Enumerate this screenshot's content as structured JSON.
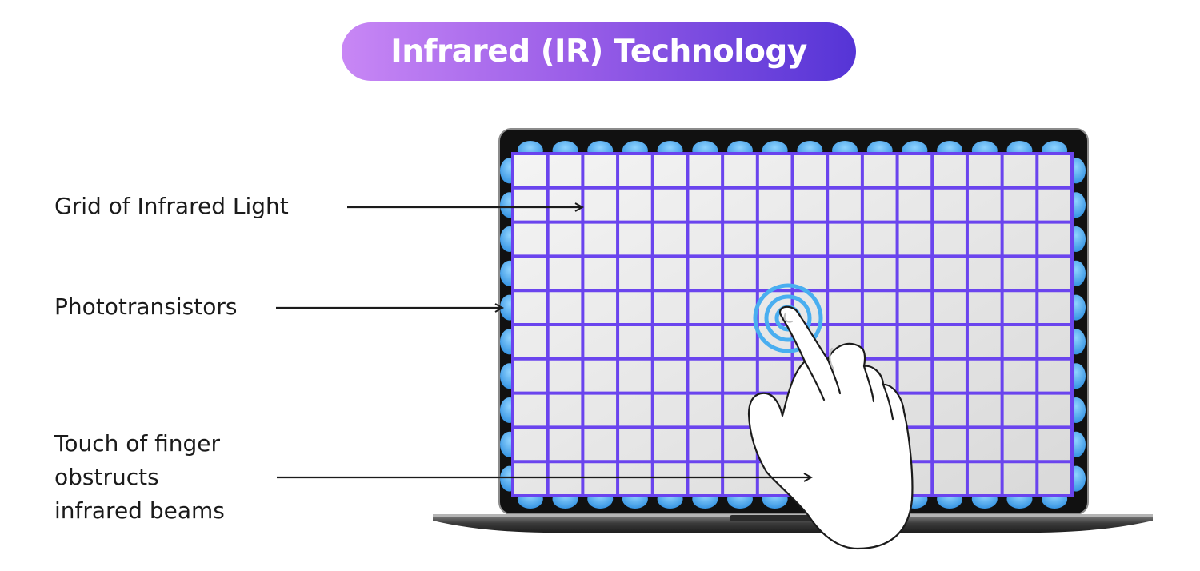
{
  "title": "Infrared (IR) Technology",
  "labels": {
    "grid": "Grid of Infrared Light",
    "phototransistors": "Phototransistors",
    "touch_line1": "Touch of finger",
    "touch_line2": "obstructs",
    "touch_line3": "infrared beams"
  },
  "colors": {
    "grid_line": "#6a44ee",
    "emitter": "#49aef0",
    "bezel": "#111111",
    "screen": "#eeeeee",
    "arrow": "#1b1b1b",
    "ripple": "#49aef0"
  },
  "icons": [
    "laptop-icon",
    "pointing-hand-icon",
    "touch-ripple-icon",
    "infrared-emitter-icon"
  ]
}
